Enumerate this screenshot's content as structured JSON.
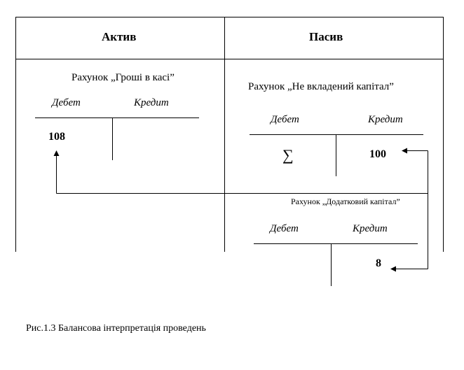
{
  "table": {
    "assets_header": "Актив",
    "liabilities_header": "Пасив"
  },
  "accounts": {
    "cash": {
      "title": "Рахунок „Гроші в касі”",
      "debit_label": "Дебет",
      "credit_label": "Кредит",
      "debit_value": "108"
    },
    "unpaid_capital": {
      "title": "Рахунок „Не вкладений капітал”",
      "debit_label": "Дебет",
      "credit_label": "Кредит",
      "debit_value": "∑",
      "credit_value": "100"
    },
    "additional_capital": {
      "title": "Рахунок „Додатковий капітал”",
      "debit_label": "Дебет",
      "credit_label": "Кредит",
      "credit_value": "8"
    }
  },
  "caption": "Рис.1.3 Балансова інтерпретація проведень"
}
